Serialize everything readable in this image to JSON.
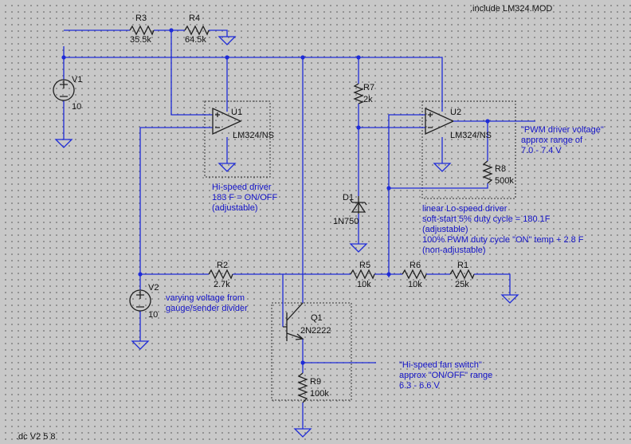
{
  "directive": ".include LM324.MOD",
  "analysis": ".dc V2 5 8",
  "components": {
    "R3": {
      "name": "R3",
      "value": "35.5k"
    },
    "R4": {
      "name": "R4",
      "value": "64.5k"
    },
    "R7": {
      "name": "R7",
      "value": "2k"
    },
    "R8": {
      "name": "R8",
      "value": "500k"
    },
    "R2": {
      "name": "R2",
      "value": "2.7k"
    },
    "R5": {
      "name": "R5",
      "value": "10k"
    },
    "R6": {
      "name": "R6",
      "value": "10k"
    },
    "R1": {
      "name": "R1",
      "value": "25k"
    },
    "R9": {
      "name": "R9",
      "value": "100k"
    },
    "V1": {
      "name": "V1",
      "value": "10"
    },
    "V2": {
      "name": "V2",
      "value": "10"
    },
    "U1": {
      "name": "U1",
      "model": "LM324/NS"
    },
    "U2": {
      "name": "U2",
      "model": "LM324/NS"
    },
    "D1": {
      "name": "D1",
      "model": "1N750"
    },
    "Q1": {
      "name": "Q1",
      "model": "2N2222"
    }
  },
  "notes": {
    "hispeed": [
      "Hi-speed driver",
      "183 F = ON/OFF",
      "(adjustable)"
    ],
    "pwm": [
      "\"PWM driver voltage\"",
      "approx range of",
      "7.0 - 7.4 V"
    ],
    "lospeed": [
      "linear Lo-speed driver",
      "soft-start 5% duty cycle = 180.1F",
      "(adjustable)",
      "100% PWM duty cycle \"ON\" temp + 2.8 F",
      "(non-adjustable)"
    ],
    "gauge": [
      "varying voltage from",
      "gauge/sender divider"
    ],
    "fan": [
      "\"Hi-speed fan switch\"",
      "approx \"ON/OFF\" range",
      "6.3 - 6.6 V"
    ]
  },
  "colors": {
    "background": "#c8c8c8",
    "wire": "#1e2bd8",
    "note_text": "#1414c8",
    "component": "#202020"
  }
}
